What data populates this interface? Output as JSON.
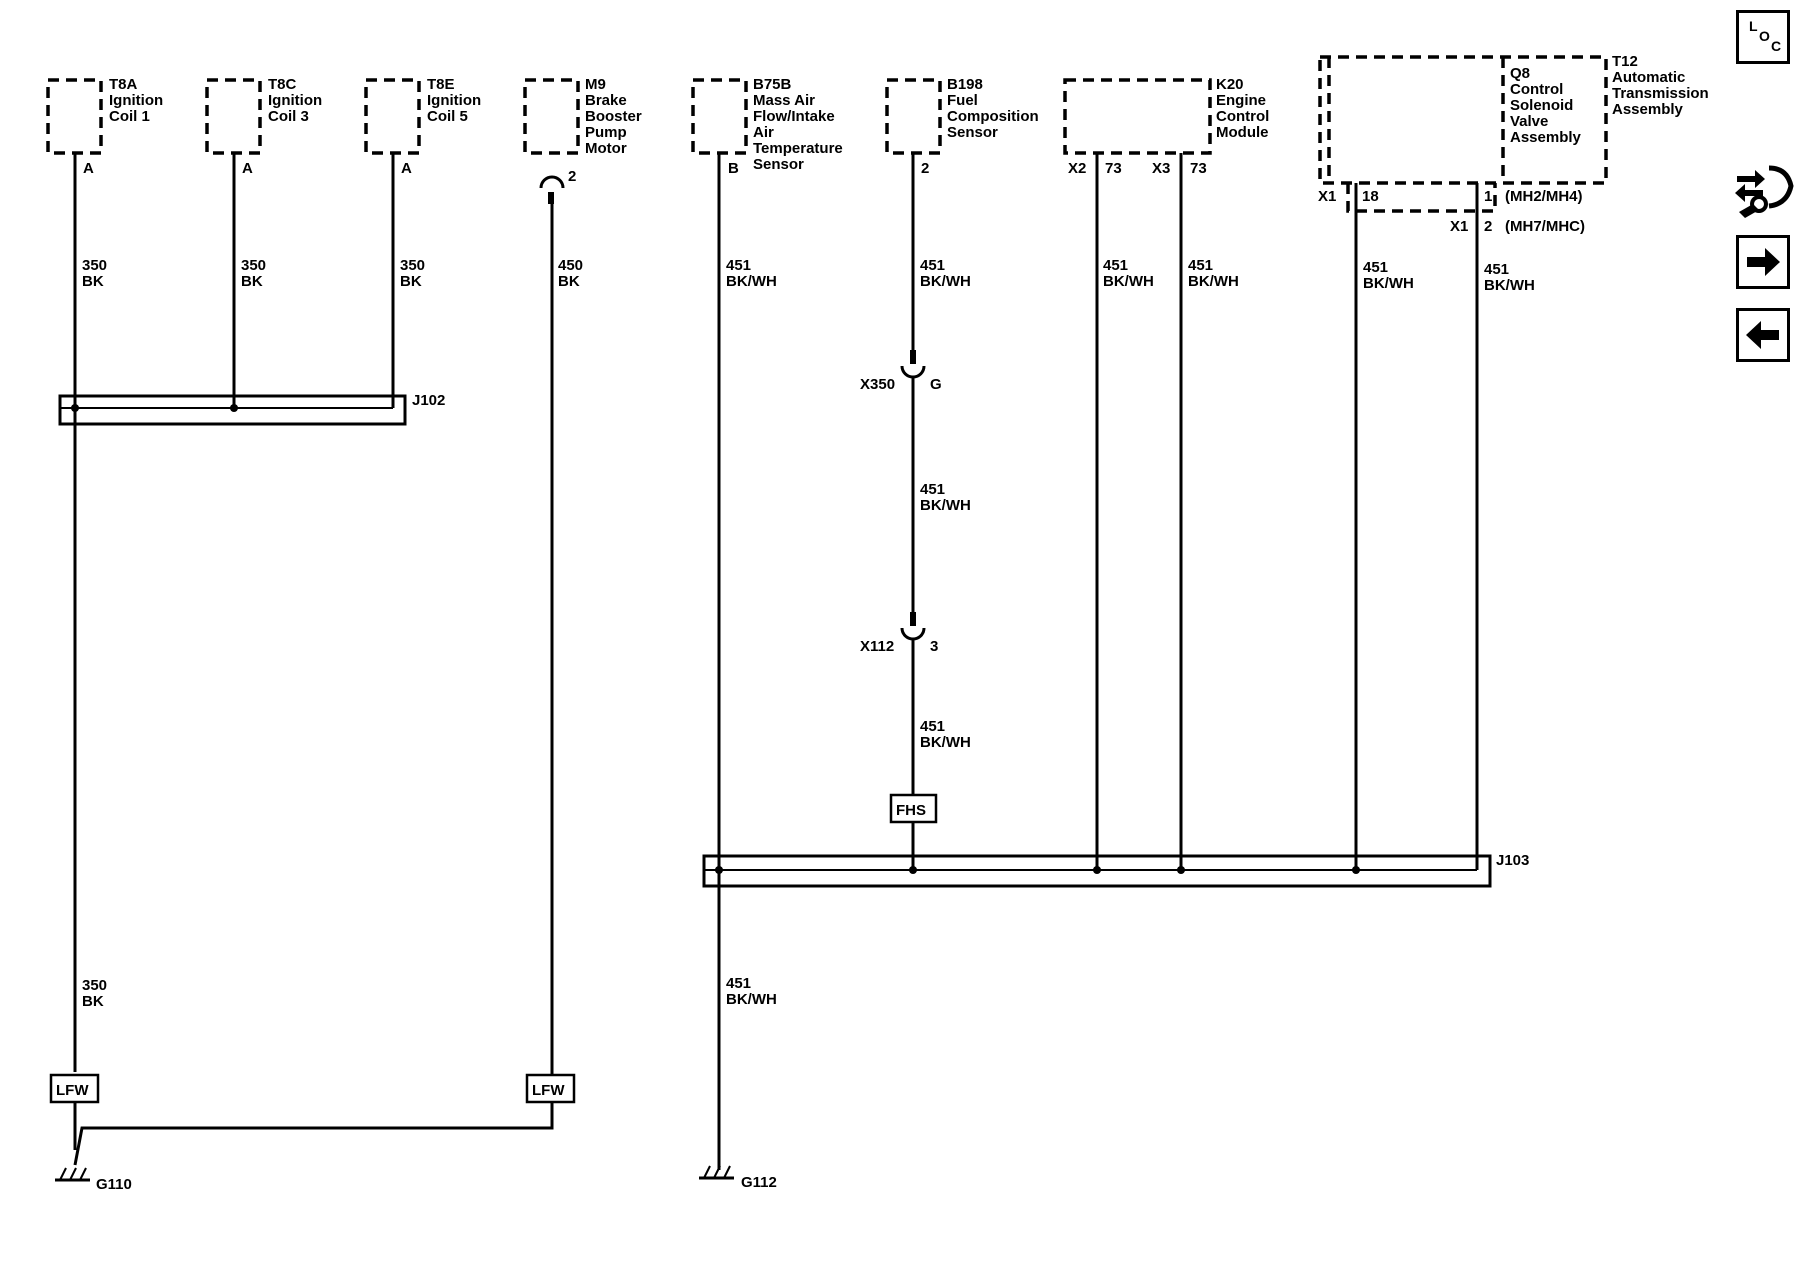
{
  "components": {
    "t8a": {
      "id": "T8A",
      "l1": "Ignition",
      "l2": "Coil 1"
    },
    "t8c": {
      "id": "T8C",
      "l1": "Ignition",
      "l2": "Coil 3"
    },
    "t8e": {
      "id": "T8E",
      "l1": "Ignition",
      "l2": "Coil 5"
    },
    "m9": {
      "id": "M9",
      "l1": "Brake",
      "l2": "Booster",
      "l3": "Pump",
      "l4": "Motor"
    },
    "b75b": {
      "id": "B75B",
      "l1": "Mass Air",
      "l2": "Flow/Intake",
      "l3": "Air",
      "l4": "Temperature",
      "l5": "Sensor"
    },
    "b198": {
      "id": "B198",
      "l1": "Fuel",
      "l2": "Composition",
      "l3": "Sensor"
    },
    "k20": {
      "id": "K20",
      "l1": "Engine",
      "l2": "Control",
      "l3": "Module"
    },
    "q8": {
      "id": "Q8",
      "l1": "Control",
      "l2": "Solenoid",
      "l3": "Valve",
      "l4": "Assembly"
    },
    "t12": {
      "id": "T12",
      "l1": "Automatic",
      "l2": "Transmission",
      "l3": "Assembly"
    }
  },
  "pins": {
    "t8a": "A",
    "t8c": "A",
    "t8e": "A",
    "m9": "2",
    "b75b": "B",
    "b198": "2",
    "k20_x2_conn": "X2",
    "k20_x2_pin": "73",
    "k20_x3_conn": "X3",
    "k20_x3_pin": "73",
    "q8_x1_conn": "X1",
    "q8_x1_pin": "18",
    "q8_pin1": "1",
    "q8_pin1_option": "(MH2/MH4)",
    "t12_x1_conn": "X1",
    "t12_pin2": "2",
    "t12_pin2_option": "(MH7/MHC)"
  },
  "wires": {
    "w350_size": "350",
    "w350_color": "BK",
    "w450_size": "450",
    "w450_color": "BK",
    "w451_size": "451",
    "w451_color": "BK/WH"
  },
  "connectors": {
    "x350": "X350",
    "x350_pin": "G",
    "x112": "X112",
    "x112_pin": "3"
  },
  "splices": {
    "j102": "J102",
    "j103": "J103"
  },
  "labels": {
    "lfw": "LFW",
    "fhs": "FHS"
  },
  "grounds": {
    "g110": "G110",
    "g112": "G112"
  },
  "nav": {
    "loc_l": "L",
    "loc_o": "O",
    "loc_c": "C"
  }
}
